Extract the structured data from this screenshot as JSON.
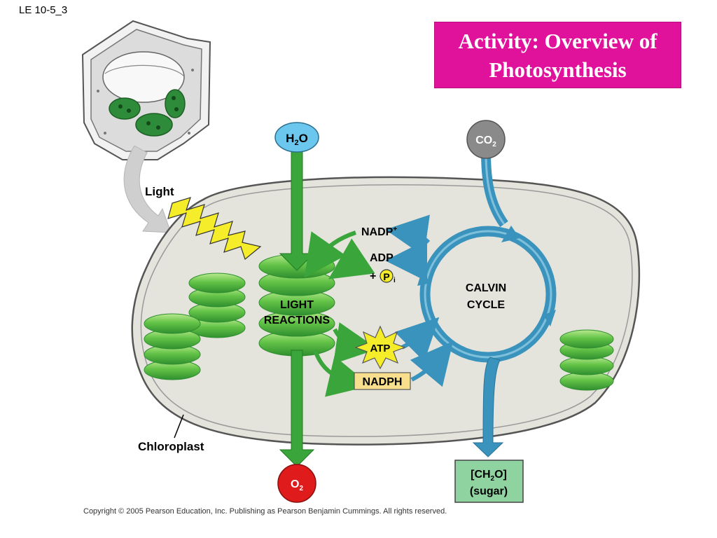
{
  "page_id": "LE 10-5_3",
  "title": "Activity: Overview of Photosynthesis",
  "labels": {
    "light": "Light",
    "h2o_main": "H",
    "h2o_sub": "2",
    "h2o_end": "O",
    "co2_main": "CO",
    "co2_sub": "2",
    "o2_main": "O",
    "o2_sub": "2",
    "nadp": "NADP",
    "nadp_sup": "+",
    "adp": "ADP",
    "plus": "+",
    "p": "P",
    "p_sub": "i",
    "light_reactions_1": "LIGHT",
    "light_reactions_2": "REACTIONS",
    "calvin_1": "CALVIN",
    "calvin_2": "CYCLE",
    "atp": "ATP",
    "nadph": "NADPH",
    "chloroplast": "Chloroplast",
    "sugar_1_pre": "[CH",
    "sugar_1_sub": "2",
    "sugar_1_post": "O]",
    "sugar_2": "(sugar)"
  },
  "colors": {
    "title_bg": "#e0119a",
    "green": "#3aa53a",
    "blue": "#3a93bd",
    "h2o_fill": "#6cc7ef",
    "co2_fill": "#8a8a8a",
    "o2_fill": "#e01b1b",
    "atp_fill": "#f5ec2a",
    "nadph_fill": "#f7df8e",
    "sugar_fill": "#8fd3a0",
    "chloroplast_fill": "#e4e4dc"
  },
  "copyright": "Copyright ©  2005 Pearson Education, Inc. Publishing as Pearson Benjamin Cummings. All rights reserved."
}
